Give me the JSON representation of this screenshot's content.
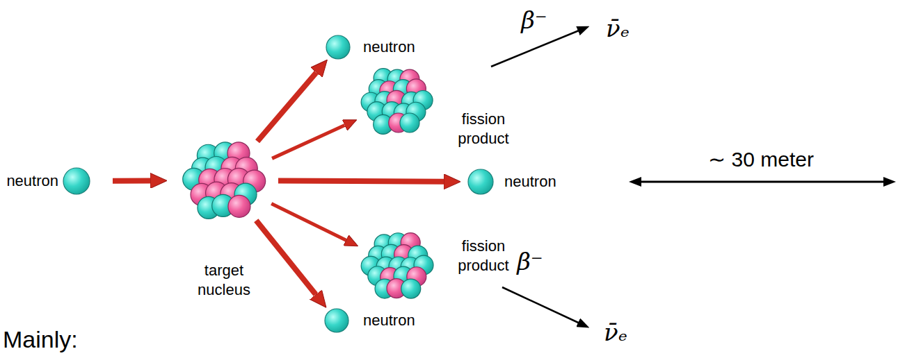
{
  "diagram": {
    "nodes": [
      {
        "text": [
          "neutron"
        ]
      },
      {
        "text": [
          "target nucleus"
        ]
      },
      {
        "text": [
          "neutron"
        ]
      },
      {
        "text": [
          "fission product"
        ]
      },
      {
        "text": [
          "neutron"
        ]
      },
      {
        "text": [
          "fission product"
        ]
      },
      {
        "text": [
          "neutron"
        ]
      }
    ],
    "edges": [
      {
        "from": 0,
        "to": 1,
        "arrow": "to"
      },
      {
        "from": 1,
        "to": 2,
        "arrow": "to"
      },
      {
        "from": 1,
        "to": 3,
        "arrow": "to"
      },
      {
        "from": 1,
        "to": 4,
        "arrow": "to"
      },
      {
        "from": 1,
        "to": 5,
        "arrow": "to"
      },
      {
        "from": 1,
        "to": 6,
        "arrow": "to"
      }
    ],
    "labels": [
      "β⁻",
      "ν̄ₑ",
      "∼ 30 meter",
      "β⁻",
      "ν̄ₑ",
      "Mainly:"
    ]
  }
}
